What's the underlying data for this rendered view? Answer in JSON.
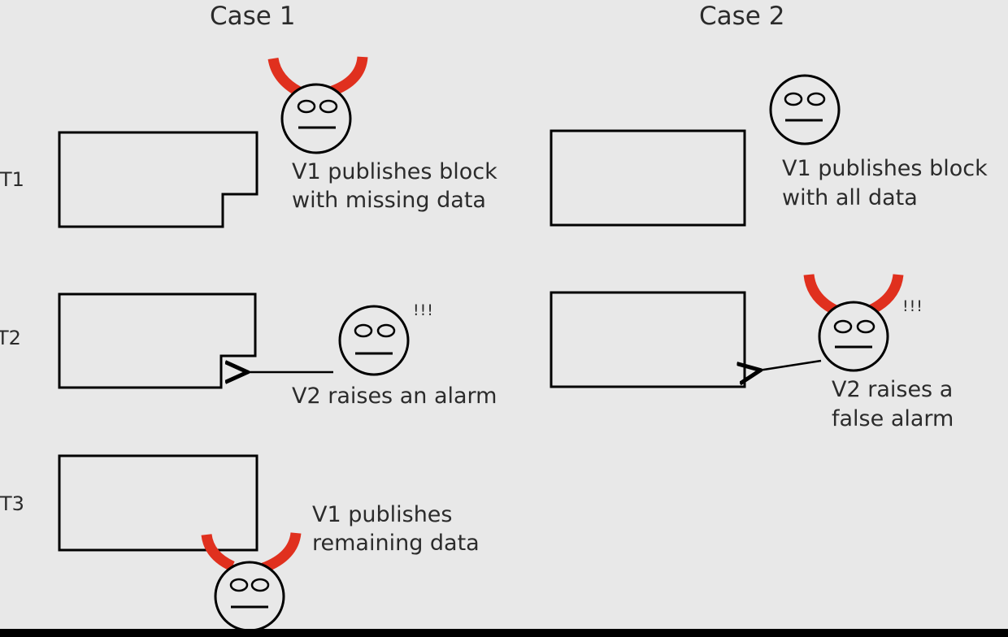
{
  "headers": {
    "case1": "Case 1",
    "case2": "Case 2"
  },
  "time_labels": {
    "t1": "T1",
    "t2": "T2",
    "t3": "T3"
  },
  "case1": {
    "t1_caption": [
      "V1 publishes block",
      "with missing data"
    ],
    "t2_caption": "V2 raises an alarm",
    "t2_exclaim": "!!!",
    "t3_caption": [
      "V1 publishes",
      "remaining data"
    ]
  },
  "case2": {
    "t1_caption": [
      "V1 publishes block",
      "with all data"
    ],
    "t2_caption": [
      "V2 raises a",
      "false alarm"
    ],
    "t2_exclaim": "!!!"
  },
  "colors": {
    "horns": "#e0301e",
    "ink": "#000000",
    "background": "#e8e8e8",
    "text": "#2b2b2b"
  }
}
